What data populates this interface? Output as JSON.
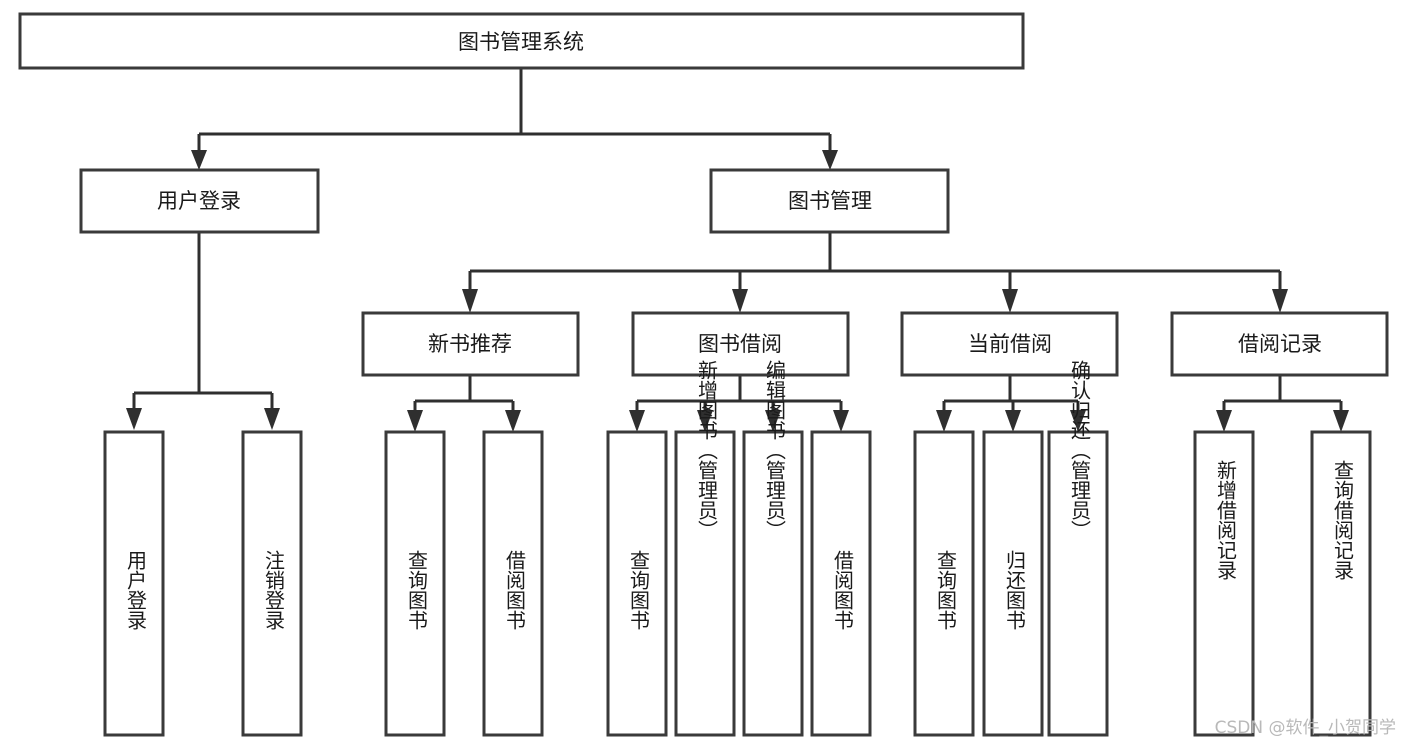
{
  "diagram": {
    "title": "图书管理系统",
    "type": "tree-hierarchy",
    "orientation": "top-down",
    "colors": {
      "box_border": "#3a3a3a",
      "box_fill": "#ffffff",
      "connector": "#2f2f2f",
      "label_text": "#1a1a1a",
      "watermark": "#b9b9b9",
      "background": "#ffffff"
    },
    "root": {
      "label": "图书管理系统"
    },
    "level2": [
      {
        "label": "用户登录"
      },
      {
        "label": "图书管理"
      }
    ],
    "level3": [
      {
        "label": "新书推荐"
      },
      {
        "label": "图书借阅"
      },
      {
        "label": "当前借阅"
      },
      {
        "label": "借阅记录"
      }
    ],
    "leaves": {
      "user_login": [
        {
          "label": "用户登录"
        },
        {
          "label": "注销登录"
        }
      ],
      "new_book_recommend": [
        {
          "label": "查询图书"
        },
        {
          "label": "借阅图书"
        }
      ],
      "book_borrow": [
        {
          "label": "查询图书"
        },
        {
          "label": "新增图书（管理员）"
        },
        {
          "label": "编辑图书（管理员）"
        },
        {
          "label": "借阅图书"
        }
      ],
      "current_borrow": [
        {
          "label": "查询图书"
        },
        {
          "label": "归还图书"
        },
        {
          "label": "确认归还（管理员）"
        }
      ],
      "borrow_record": [
        {
          "label": "新增借阅记录"
        },
        {
          "label": "查询借阅记录"
        }
      ]
    },
    "watermark": "CSDN @软件_小贺同学"
  }
}
